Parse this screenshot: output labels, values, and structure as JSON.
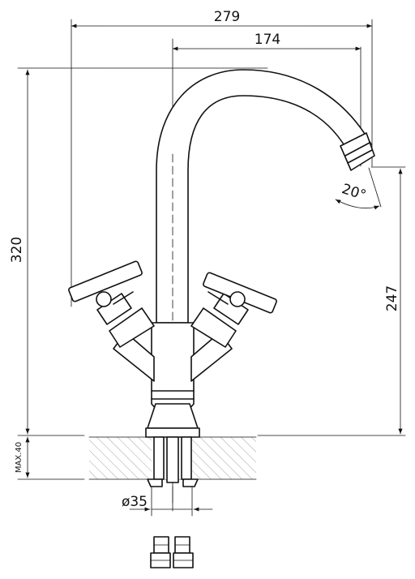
{
  "dimensions": {
    "spout_reach_total": "279",
    "spout_reach_center": "174",
    "total_height": "320",
    "outlet_height": "247",
    "spout_angle": "20°",
    "max_deck_thickness": "MAX.40",
    "mount_diameter": "ø35"
  }
}
